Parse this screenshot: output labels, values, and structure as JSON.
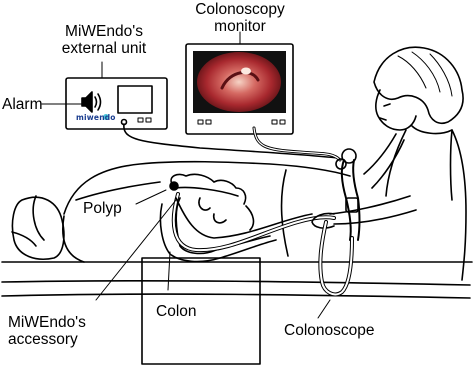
{
  "labels": {
    "external_unit_line1": "MiWEndo's",
    "external_unit_line2": "external unit",
    "monitor_line1": "Colonoscopy",
    "monitor_line2": "monitor",
    "alarm": "Alarm",
    "polyp": "Polyp",
    "colon": "Colon",
    "accessory_line1": "MiWEndo's",
    "accessory_line2": "accessory",
    "colonoscope": "Colonoscope"
  },
  "device_logo": "miwendo",
  "colors": {
    "ink": "#000000",
    "monitor_image": "#b2353a",
    "logo": "#1a3d8f"
  }
}
